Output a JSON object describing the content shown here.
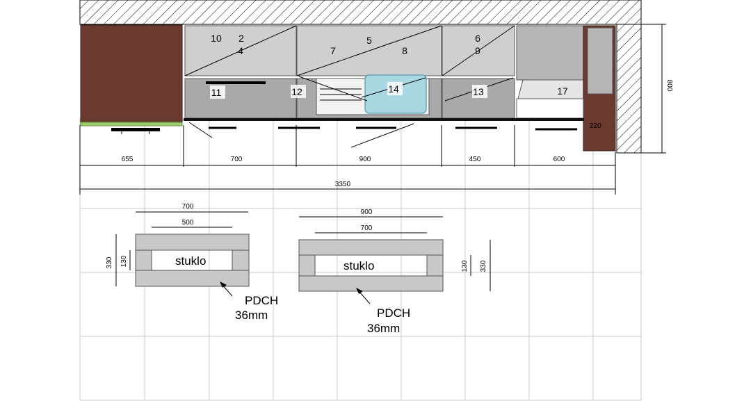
{
  "elevation": {
    "unit_numbers": [
      "10",
      "2",
      "4",
      "5",
      "7",
      "8",
      "6",
      "9",
      "11",
      "12",
      "14",
      "13",
      "17"
    ],
    "wall_height_label": "800",
    "small_panel_label": "220",
    "section_widths": [
      "655",
      "700",
      "900",
      "450",
      "600"
    ],
    "total_width": "3350"
  },
  "details": [
    {
      "outer_width": "700",
      "inner_width": "500",
      "height": "330",
      "opening_height": "130",
      "center_label": "stuklo",
      "note_line1": "PDCH",
      "note_line2": "36mm"
    },
    {
      "outer_width": "900",
      "inner_width": "700",
      "height": "330",
      "opening_height": "130",
      "center_label": "stuklo",
      "note_line1": "PDCH",
      "note_line2": "36mm"
    }
  ],
  "colors": {
    "wood": "#6b3a2e",
    "cabinet_gray": "#c8c8c8",
    "panel_gray": "#a9a9a9",
    "sink_blue": "#a9d8e3",
    "trim_green": "#9ccf6d"
  }
}
